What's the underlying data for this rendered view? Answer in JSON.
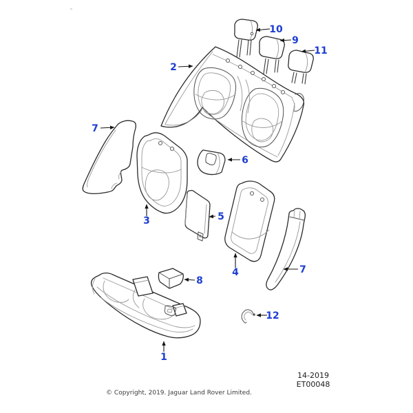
{
  "figure": {
    "callouts": [
      {
        "label": "1"
      },
      {
        "label": "2"
      },
      {
        "label": "3"
      },
      {
        "label": "4"
      },
      {
        "label": "5"
      },
      {
        "label": "6"
      },
      {
        "label": "7"
      },
      {
        "label": "7"
      },
      {
        "label": "8"
      },
      {
        "label": "9"
      },
      {
        "label": "10"
      },
      {
        "label": "11"
      },
      {
        "label": "12"
      }
    ],
    "reference": {
      "line1": "14-2019",
      "line2": "ET00048"
    },
    "footer": {
      "copyright": "© Copyright, 2019. Jaguar Land Rover Limited."
    },
    "colors": {
      "callout_blue": "#1e3ed0",
      "line_dark": "#2a2a2a",
      "line_light": "#979797",
      "background": "#ffffff"
    }
  }
}
